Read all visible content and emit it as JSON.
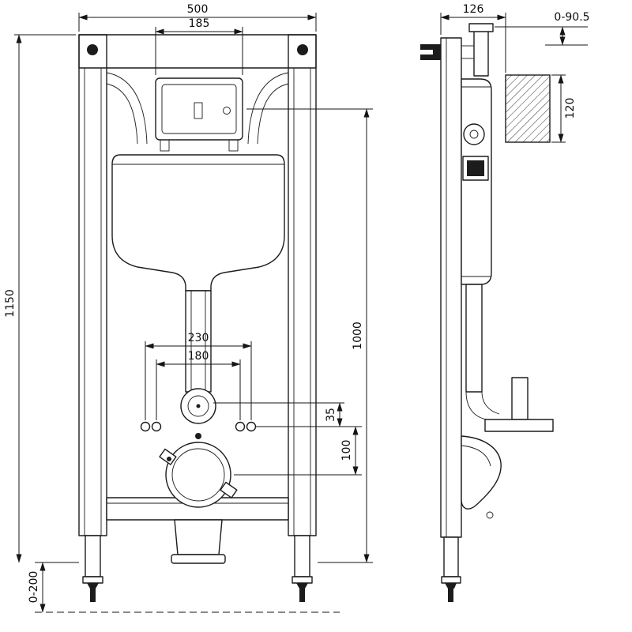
{
  "drawing": {
    "front_view": {
      "width_total": "500",
      "flush_plate_width": "185",
      "frame_height": "1150",
      "flush_plate_center_height": "1000",
      "fixing_spacing_outer": "230",
      "fixing_spacing_inner": "180",
      "outlet_offset": "35",
      "drain_offset": "100",
      "leg_adjustment": "0-200"
    },
    "side_view": {
      "frame_depth": "126",
      "top_bracket_adjustment": "0-90.5",
      "mount_rail_height": "120"
    }
  }
}
